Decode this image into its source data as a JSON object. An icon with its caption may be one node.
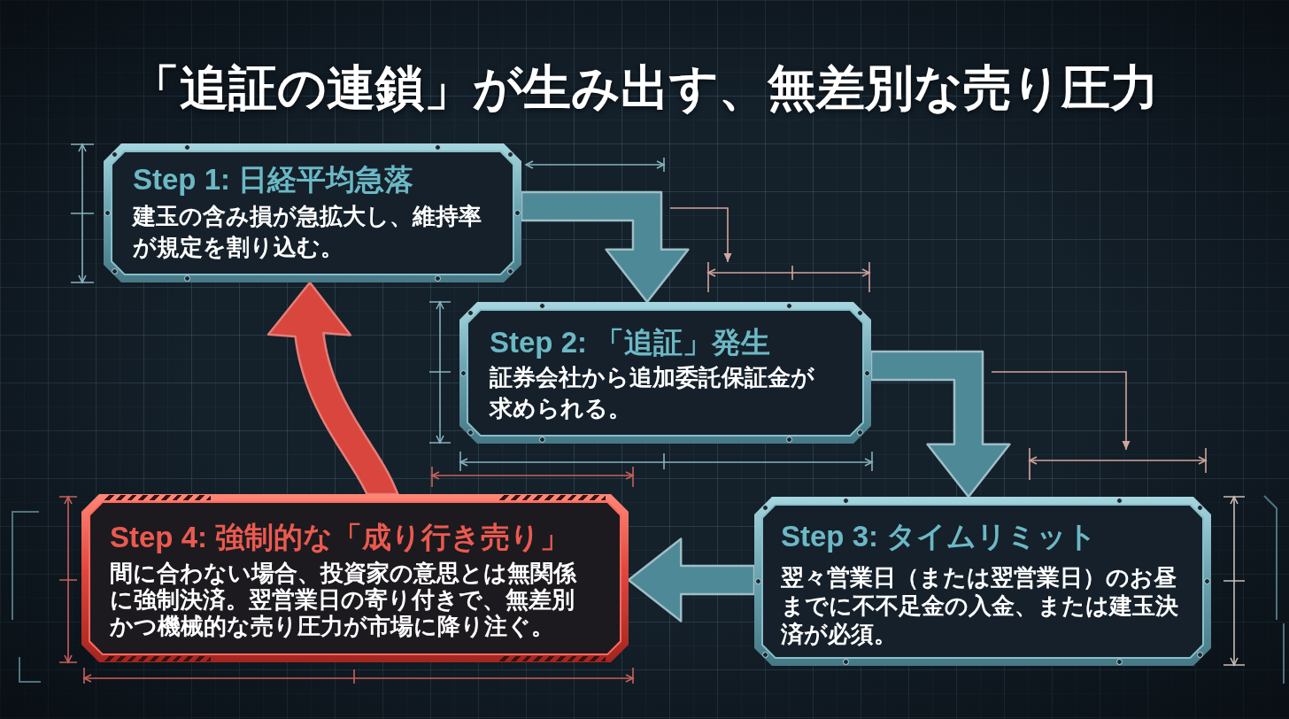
{
  "diagram": {
    "title": "「追証の連鎖」が生み出す、無差別な売り圧力",
    "nodes": [
      {
        "text": [
          "Step 1: 日経平均急落",
          "建玉の含み損が急拡大し、維持率が規定を割り込む。"
        ]
      },
      {
        "text": [
          "Step 2: 「追証」発生",
          "証券会社から追加委託保証金が求められる。"
        ]
      },
      {
        "text": [
          "Step 3: タイムリミット",
          "翌々営業日（または翌営業日）のお昼までに不不足金の入金、または建玉決済が必須。"
        ]
      },
      {
        "text": [
          "Step 4: 強制的な「成り行き売り」",
          "間に合わない場合、投資家の意思とは無関係に強制決済。翌営業日の寄り付きで、無差別かつ機械的な売り圧力が市場に降り注ぐ。"
        ]
      }
    ],
    "edges": [
      {
        "from": 0,
        "to": 1,
        "arrow": "to",
        "style": "thick"
      },
      {
        "from": 1,
        "to": 2,
        "arrow": "to",
        "style": "thick"
      },
      {
        "from": 2,
        "to": 3,
        "arrow": "to",
        "style": "thick"
      },
      {
        "from": 3,
        "to": 0,
        "arrow": "to",
        "style": "thick",
        "color": "#d9463e"
      }
    ]
  }
}
